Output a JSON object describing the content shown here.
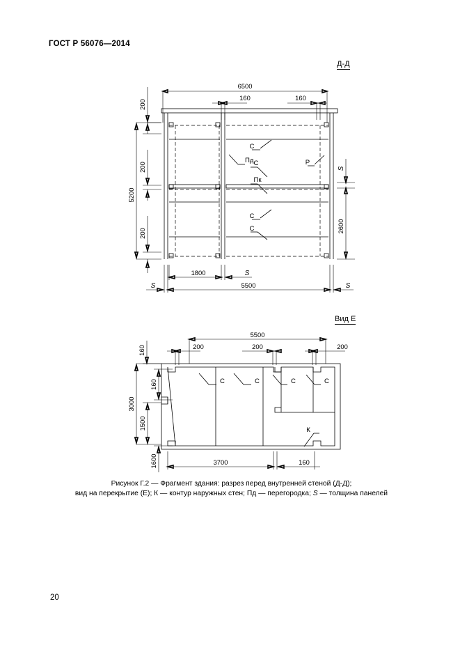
{
  "document": {
    "standard_header": "ГОСТ Р 56076—2014",
    "page_number": "20"
  },
  "figure": {
    "caption_line1": "Рисунок Г.2 — Фрагмент здания: разрез перед внутренней стеной (Д-Д);",
    "caption_line2_a": "вид на перекрытие (Е); К — контур наружных стен; Пд — перегородка; ",
    "caption_line2_s": "S",
    "caption_line2_b": " — толщина панелей"
  },
  "views": {
    "section": {
      "title": "Д-Д",
      "dimensions": {
        "top_overall": "6500",
        "top_left_inner": "160",
        "top_right_inner": "160",
        "left_upper": "200",
        "left_middle": "200",
        "left_lower": "200",
        "left_overall": "5200",
        "right_thickness": "S",
        "right_height": "2600",
        "bottom_inner": "1800",
        "bottom_inner_thickness": "S",
        "bottom_overall": "5500",
        "bottom_left_thickness": "S",
        "bottom_right_thickness": "S"
      },
      "callouts": {
        "partition": "Пд",
        "slab_upper": "С",
        "slab_mid": "С",
        "beam": "Р",
        "covering": "Пк",
        "slab_lower1": "С",
        "slab_lower2": "С"
      }
    },
    "plan": {
      "title": "Вид Е",
      "dimensions": {
        "top_overall": "5500",
        "top_gap1": "200",
        "top_gap2": "200",
        "top_gap3": "200",
        "left_edge": "160",
        "left_inner_160": "160",
        "left_1500": "1500",
        "left_overall": "3000",
        "left_1600": "1600",
        "bottom_3700": "3700",
        "bottom_160": "160"
      },
      "callouts": {
        "slab1": "С",
        "slab2": "С",
        "slab3": "С",
        "slab4": "С",
        "outer_wall_contour": "К"
      }
    }
  }
}
